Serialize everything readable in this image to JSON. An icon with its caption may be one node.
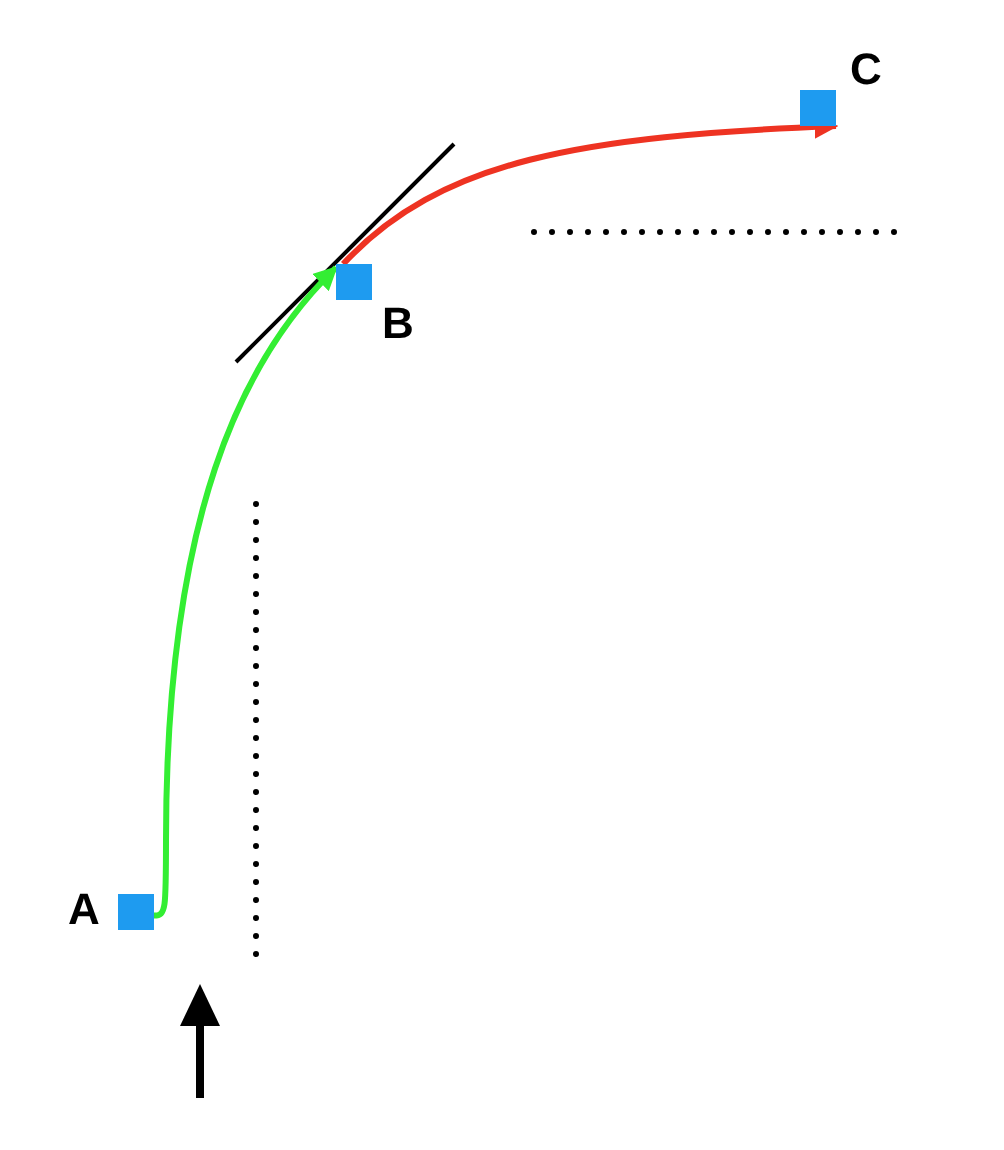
{
  "diagram": {
    "nodes": [
      {
        "text": [],
        "shape": "box",
        "beside": [
          "A"
        ]
      },
      {
        "text": [],
        "shape": "box",
        "beside": [
          "B"
        ]
      },
      {
        "text": [],
        "shape": "box",
        "beside": [
          "C"
        ]
      }
    ],
    "edges": [
      {
        "from": 0,
        "to": 1,
        "arrow": "to",
        "color": "#33ee33"
      },
      {
        "from": 1,
        "to": 2,
        "arrow": "to",
        "color": "#ee3322"
      }
    ]
  }
}
